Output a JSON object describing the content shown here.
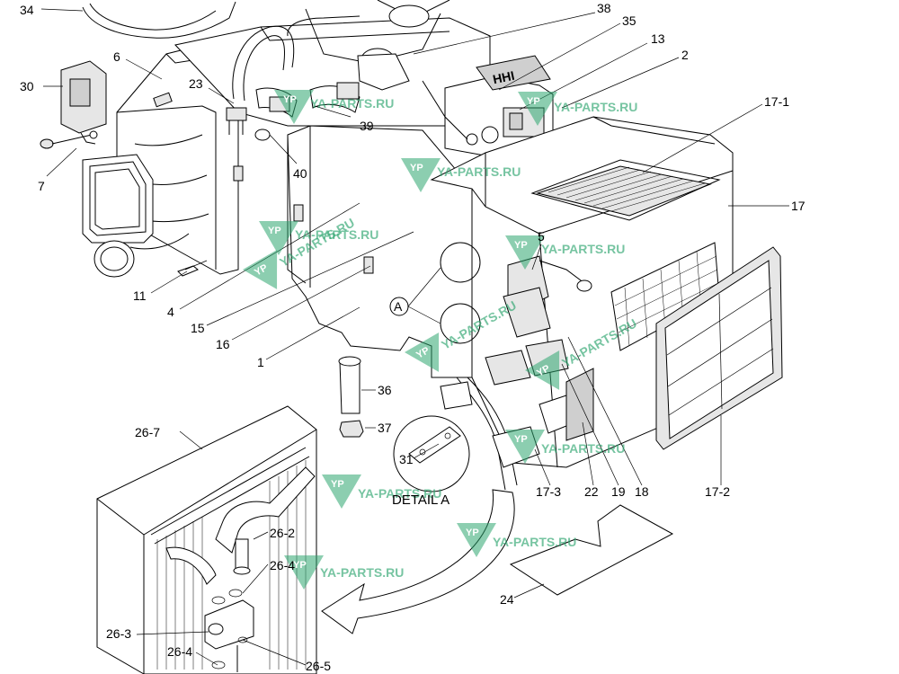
{
  "part_labels": [
    {
      "id": "34",
      "text": "34"
    },
    {
      "id": "38",
      "text": "38"
    },
    {
      "id": "35",
      "text": "35"
    },
    {
      "id": "13",
      "text": "13"
    },
    {
      "id": "6",
      "text": "6"
    },
    {
      "id": "2",
      "text": "2"
    },
    {
      "id": "30",
      "text": "30"
    },
    {
      "id": "23",
      "text": "23"
    },
    {
      "id": "17-1",
      "text": "17-1"
    },
    {
      "id": "39",
      "text": "39"
    },
    {
      "id": "7",
      "text": "7"
    },
    {
      "id": "40",
      "text": "40"
    },
    {
      "id": "17",
      "text": "17"
    },
    {
      "id": "5",
      "text": "5"
    },
    {
      "id": "11",
      "text": "11"
    },
    {
      "id": "4",
      "text": "4"
    },
    {
      "id": "15",
      "text": "15"
    },
    {
      "id": "16",
      "text": "16"
    },
    {
      "id": "1",
      "text": "1"
    },
    {
      "id": "36",
      "text": "36"
    },
    {
      "id": "37",
      "text": "37"
    },
    {
      "id": "26-7",
      "text": "26-7"
    },
    {
      "id": "31",
      "text": "31"
    },
    {
      "id": "17-3",
      "text": "17-3"
    },
    {
      "id": "22",
      "text": "22"
    },
    {
      "id": "19",
      "text": "19"
    },
    {
      "id": "18",
      "text": "18"
    },
    {
      "id": "17-2",
      "text": "17-2"
    },
    {
      "id": "26-2",
      "text": "26-2"
    },
    {
      "id": "26-4a",
      "text": "26-4"
    },
    {
      "id": "24",
      "text": "24"
    },
    {
      "id": "26-3",
      "text": "26-3"
    },
    {
      "id": "26-4b",
      "text": "26-4"
    },
    {
      "id": "26-5",
      "text": "26-5"
    }
  ],
  "detail": {
    "marker": "A",
    "caption": "DETAIL A"
  },
  "decal_text": "HHI",
  "watermark": {
    "text": "YA-PARTS.RU",
    "logo": "YP",
    "color": "#2ea56f"
  }
}
